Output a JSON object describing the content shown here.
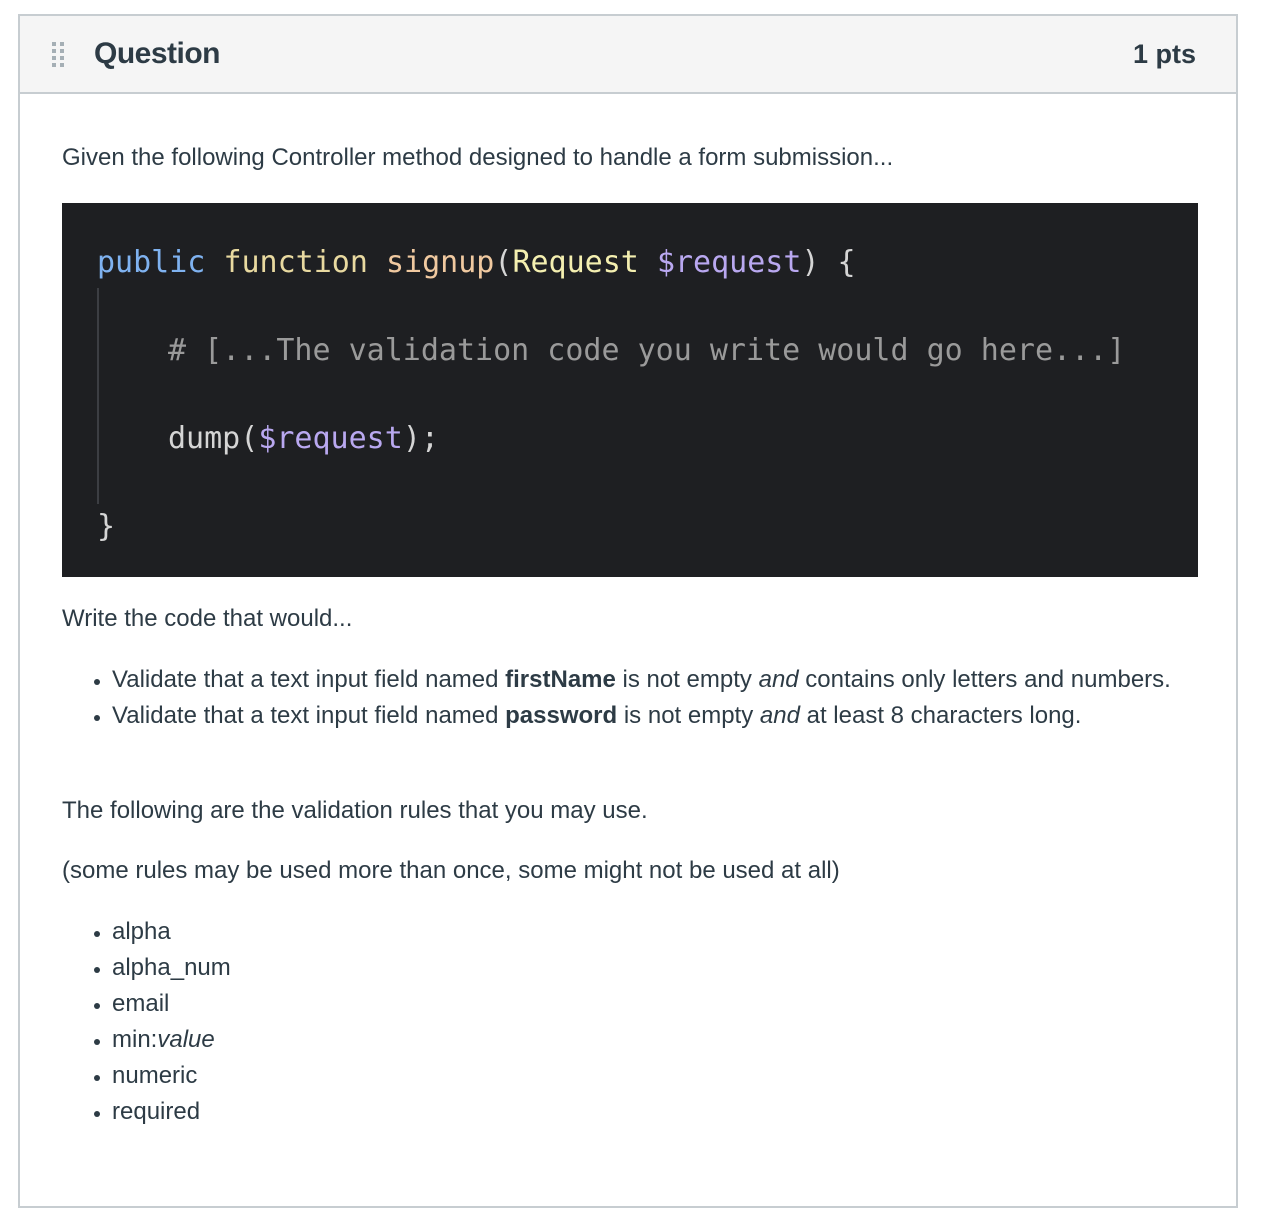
{
  "header": {
    "title": "Question",
    "points": "1 pts"
  },
  "body": {
    "intro": "Given the following Controller method designed to handle a form submission...",
    "code": {
      "line1": {
        "kw": "public",
        "fn": "function",
        "method": "signup",
        "open": "(",
        "cls": "Request",
        "var": "$request",
        "close": ") {"
      },
      "line2": "# [...The validation code you write would go here...]",
      "line3": {
        "call": "dump(",
        "var": "$request",
        "end": ");"
      },
      "line4": "}"
    },
    "write_prompt": "Write the code that would...",
    "requirements": [
      {
        "before": "Validate that a text input field named ",
        "field": "firstName",
        "middle": " is not empty ",
        "and": "and",
        "after": " contains only letters and numbers."
      },
      {
        "before": "Validate that a text input field named ",
        "field": "password",
        "middle": " is not empty ",
        "and": "and",
        "after": " at least 8 characters long."
      }
    ],
    "rules_intro": "The following are the validation rules that you may use.",
    "rules_note": "(some rules may be used more than once, some might not be used at all)",
    "rules": [
      {
        "text": "alpha",
        "italic": ""
      },
      {
        "text": "alpha_num",
        "italic": ""
      },
      {
        "text": "email",
        "italic": ""
      },
      {
        "text": "min:",
        "italic": "value"
      },
      {
        "text": "numeric",
        "italic": ""
      },
      {
        "text": "required",
        "italic": ""
      }
    ]
  }
}
